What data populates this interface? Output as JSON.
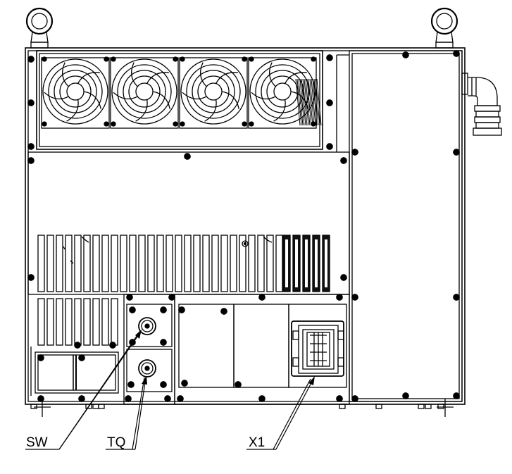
{
  "diagram": {
    "labels": {
      "sw": "SW",
      "tq": "TQ",
      "x1": "X1"
    },
    "colors": {
      "line": "#000000",
      "background": "#ffffff",
      "vent_dark": "#111111"
    },
    "fan_count": 4
  }
}
